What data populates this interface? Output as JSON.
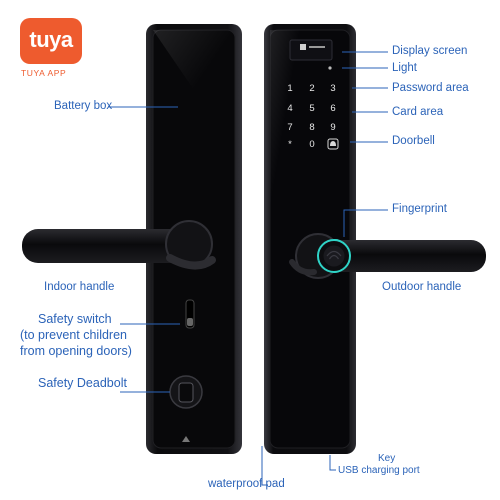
{
  "logo": {
    "brand": "tuya",
    "sub": "TUYA APP",
    "color": "#ee5b2e"
  },
  "callouts": {
    "battery_box": "Battery box",
    "indoor_handle": "Indoor handle",
    "safety_switch_title": "Safety switch",
    "safety_switch_note_1": "(to prevent children",
    "safety_switch_note_2": "from opening doors)",
    "safety_deadbolt": "Safety Deadbolt",
    "display_screen": "Display screen",
    "light": "Light",
    "password_area": "Password area",
    "card_area": "Card area",
    "doorbell": "Doorbell",
    "fingerprint": "Fingerprint",
    "outdoor_handle": "Outdoor handle",
    "key": "Key",
    "usb_charging_port": "USB charging port",
    "waterproof_pad": "waterproof pad"
  },
  "keypad": [
    "1",
    "2",
    "3",
    "4",
    "5",
    "6",
    "7",
    "8",
    "9",
    "*",
    "0"
  ],
  "colors": {
    "label": "#2b63b8",
    "lock_body": "#0b0b0d",
    "fingerprint_ring": "#2fd3c7"
  }
}
